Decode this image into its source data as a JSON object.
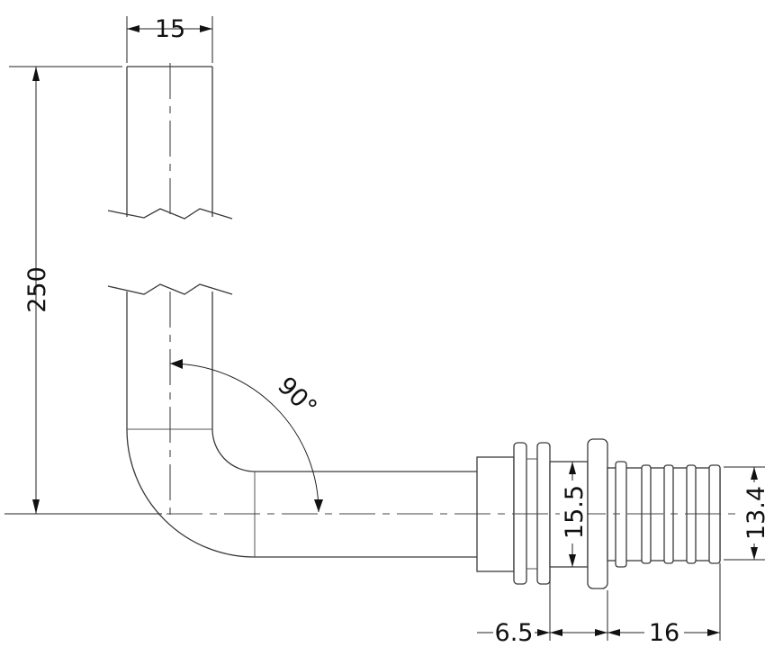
{
  "dimensions": {
    "pipe_diameter": "15",
    "pipe_length": "250",
    "bend_angle": "90°",
    "outer_diameter": "15.5",
    "inner_diameter": "13.4",
    "collar_offset": "6.5",
    "fitting_length": "16"
  }
}
